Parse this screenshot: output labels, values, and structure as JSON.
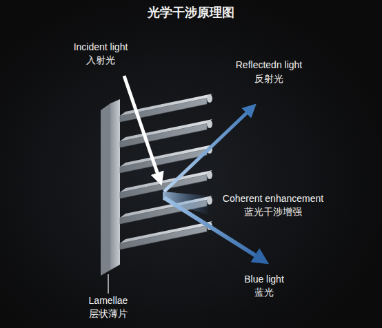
{
  "diagram": {
    "title": "光学干涉原理图",
    "labels": [
      "Incident light",
      "入射光",
      "Reflectedn light",
      "反射光",
      "Coherent enhancement",
      "蓝光干涉增强",
      "Blue light",
      "蓝光",
      "Lamellae",
      "层状薄片"
    ]
  }
}
